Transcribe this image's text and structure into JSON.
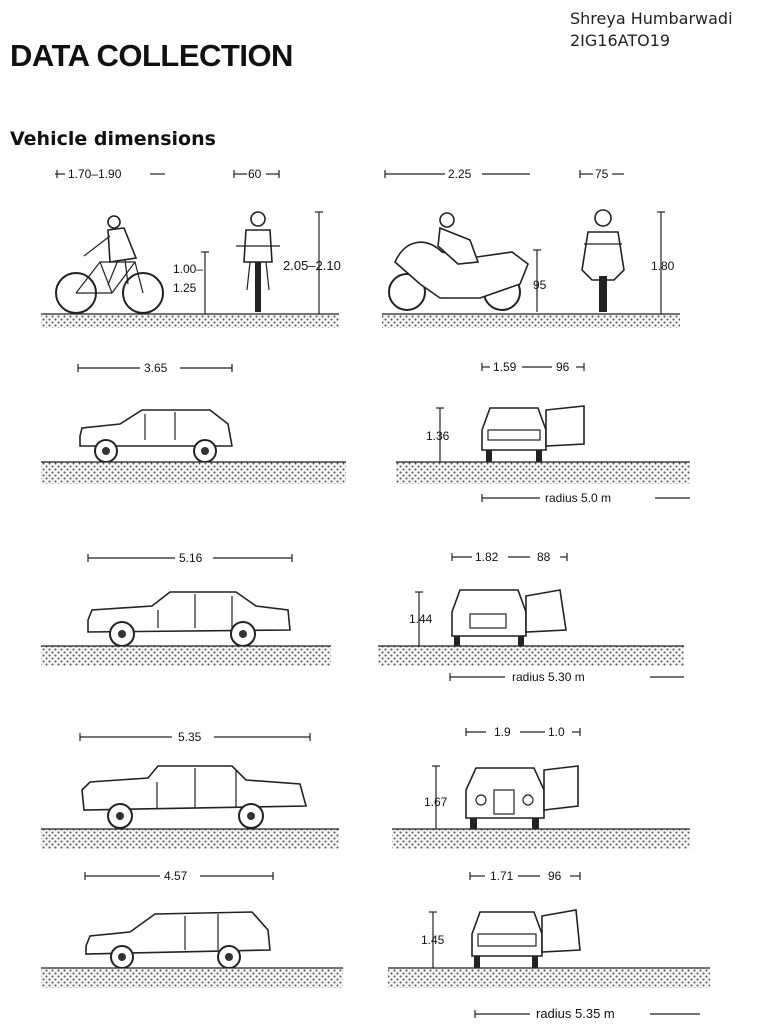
{
  "header": {
    "title": "DATA COLLECTION",
    "author_name": "Shreya Humbarwadi",
    "author_id": "2IG16ATO19",
    "subtitle": "Vehicle dimensions"
  },
  "row1": {
    "bicycle_length": "1.70–1.90",
    "bicycle_width": "60",
    "bicycle_height_a": "1.00–",
    "bicycle_height_b": "1.25",
    "bicycle_rider_height": "2.05–2.10",
    "motorcycle_length": "2.25",
    "motorcycle_width": "75",
    "motorcycle_seat_height": "95",
    "motorcycle_rider_height": "1.80"
  },
  "row2": {
    "length": "3.65",
    "width": "1.59",
    "door": "96",
    "height": "1.36",
    "radius": "radius 5.0 m"
  },
  "row3": {
    "length": "5.16",
    "width": "1.82",
    "door": "88",
    "height": "1.44",
    "radius": "radius 5.30 m"
  },
  "row4": {
    "length": "5.35",
    "width": "1.9",
    "door": "1.0",
    "height": "1.67"
  },
  "row5": {
    "length": "4.57",
    "width": "1.71",
    "door": "96",
    "height": "1.45",
    "radius": "radius 5.35 m"
  },
  "icons": [
    "bicycle-icon",
    "motorcycle-icon",
    "hatchback-icon",
    "sedan-icon",
    "limousine-icon",
    "estate-car-icon"
  ]
}
